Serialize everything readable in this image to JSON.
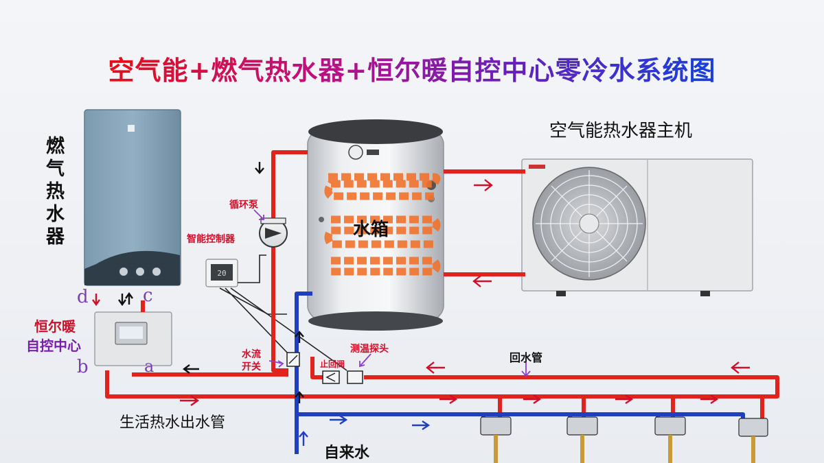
{
  "title": {
    "parts": [
      {
        "text": "空气能+燃气热水器+恒尔暖自控中心零冷水系统图",
        "color": "#cc1030"
      }
    ],
    "gradient": [
      "#e0101e",
      "#c01080",
      "#6a1fb8",
      "#1a3fd8"
    ]
  },
  "labels": {
    "gas_heater": "燃气热水器",
    "control_center_line1": "恒尔暖",
    "control_center_line2": "自控中心",
    "port_d": "d",
    "port_c": "c",
    "port_b": "b",
    "port_a": "a",
    "tank": "水箱",
    "heat_pump": "空气能热水器主机",
    "circulation_pump": "循环泵",
    "smart_controller": "智能控制器",
    "flow_switch_line1": "水流",
    "flow_switch_line2": "开关",
    "check_valve": "止回阀",
    "temp_probe": "测温探头",
    "return_pipe": "回水管",
    "hot_outlet_pipe": "生活热水出水管",
    "tap_water": "自来水"
  },
  "colors": {
    "hot_pipe": "#e0231c",
    "cold_pipe": "#1f3fbf",
    "annotation_purple": "#8a3fd1",
    "label_red": "#d0102a",
    "label_purple": "#7a1fa8"
  }
}
